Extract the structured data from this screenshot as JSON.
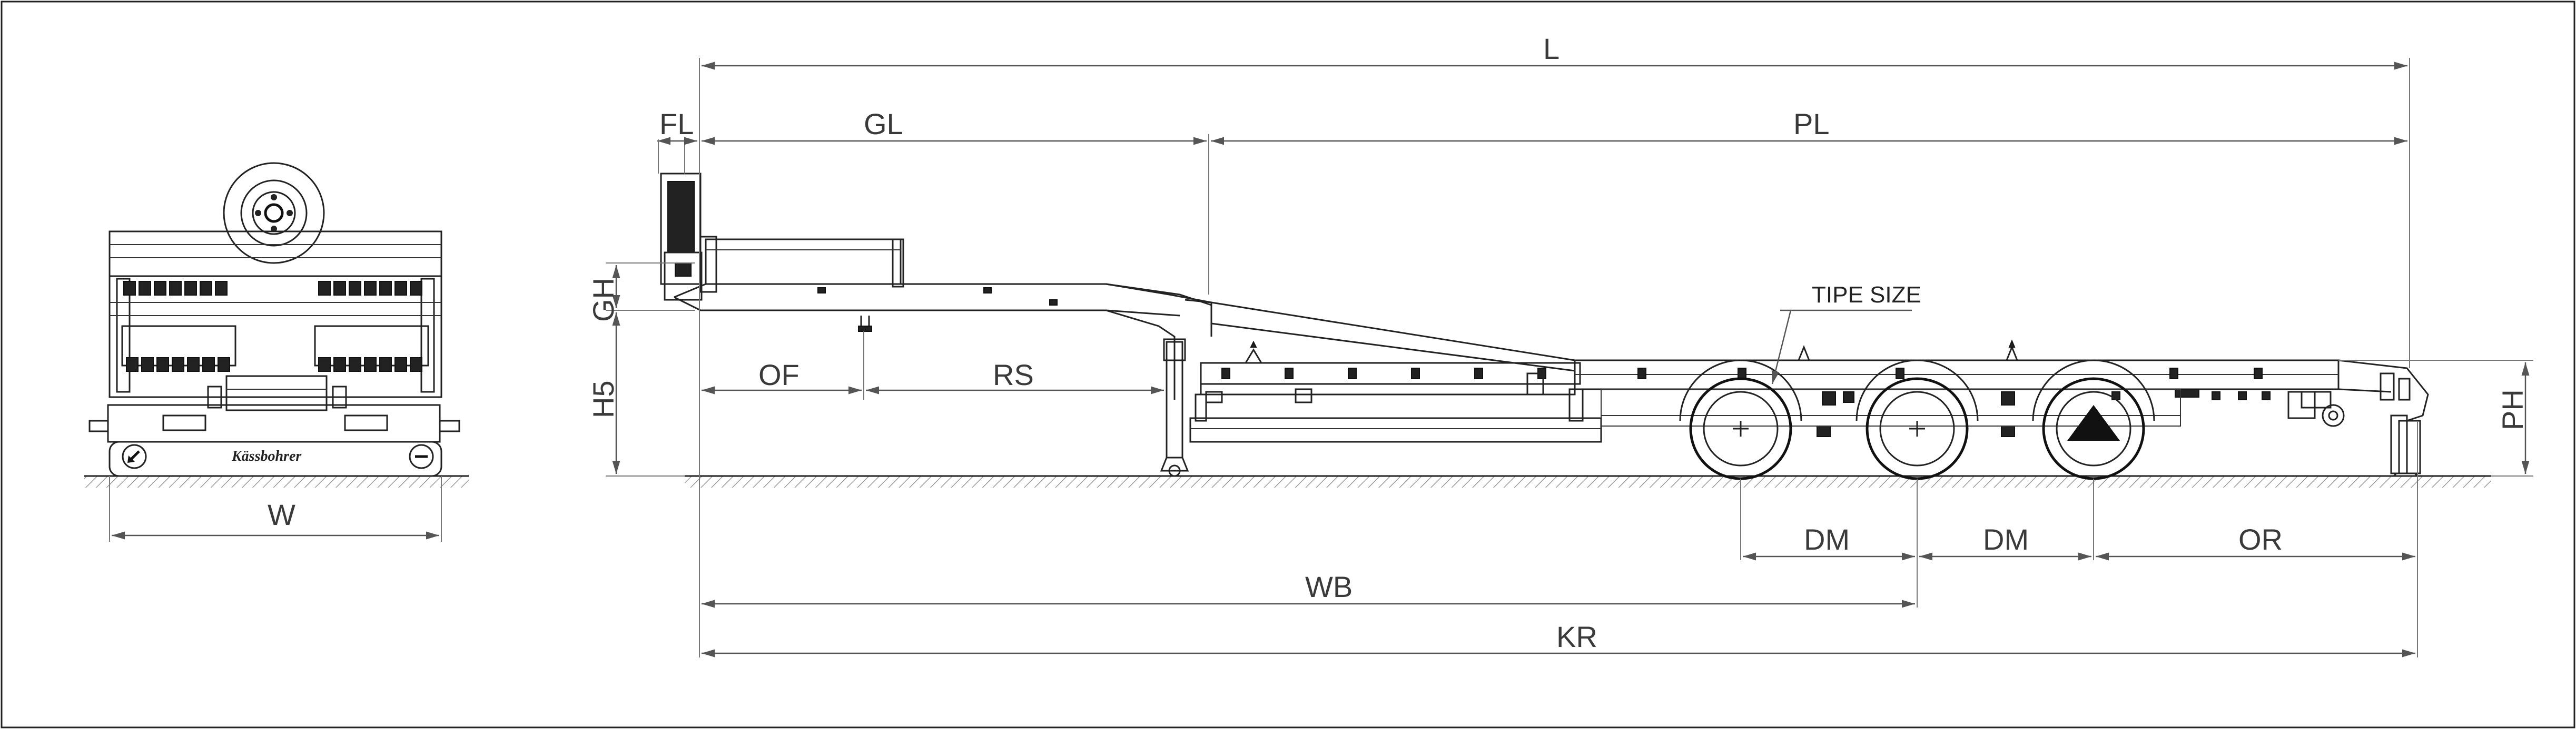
{
  "dimensions": {
    "L": "L",
    "FL": "FL",
    "GL": "GL",
    "PL": "PL",
    "GH": "GH",
    "H5": "H5",
    "OF": "OF",
    "RS": "RS",
    "PH": "PH",
    "DM1": "DM",
    "DM2": "DM",
    "OR": "OR",
    "WB": "WB",
    "KR": "KR",
    "W": "W"
  },
  "callouts": {
    "tire_size": "TIPE SIZE"
  },
  "logo": {
    "text": "Kässbohrer"
  },
  "colors": {
    "line": "#222222",
    "dimension": "#555555",
    "background": "#ffffff"
  },
  "icons": {
    "lift_axle_marker": "triangle-up-icon",
    "rear_badge": "arrow-down-left-icon"
  }
}
